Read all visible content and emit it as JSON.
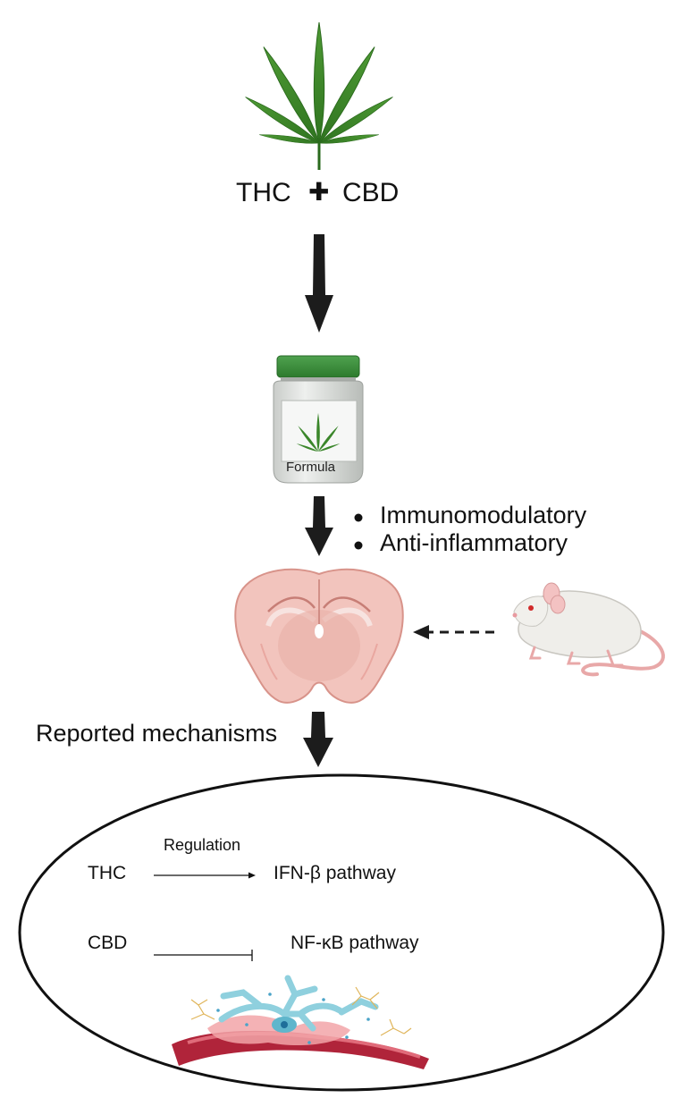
{
  "top": {
    "left_compound": "THC",
    "plus_symbol": "✚",
    "right_compound": "CBD"
  },
  "bottle": {
    "label": "Formula"
  },
  "effects": [
    "Immunomodulatory",
    "Anti-inflammatory"
  ],
  "mechanisms_heading": "Reported mechanisms",
  "pathways": [
    {
      "compound": "THC",
      "relation": "Regulation",
      "target": "IFN-β pathway",
      "arrow": "activation"
    },
    {
      "compound": "CBD",
      "relation": "",
      "target": "NF-κB pathway",
      "arrow": "inhibition"
    }
  ],
  "icons": {
    "leaf": "cannabis-leaf-icon",
    "bottle": "pill-bottle-icon",
    "brain": "brain-section-icon",
    "mouse": "mouse-icon",
    "vessel": "blood-vessel-neuron-icon"
  },
  "colors": {
    "leaf_green": "#3f8a2a",
    "bottle_cap": "#3d8b3d",
    "brain_pink": "#f2c4bd",
    "arrow_dark": "#1c1c1c",
    "ellipse_stroke": "#111111",
    "vessel_red": "#b0243a",
    "neuron_blue": "#8fd0de"
  }
}
